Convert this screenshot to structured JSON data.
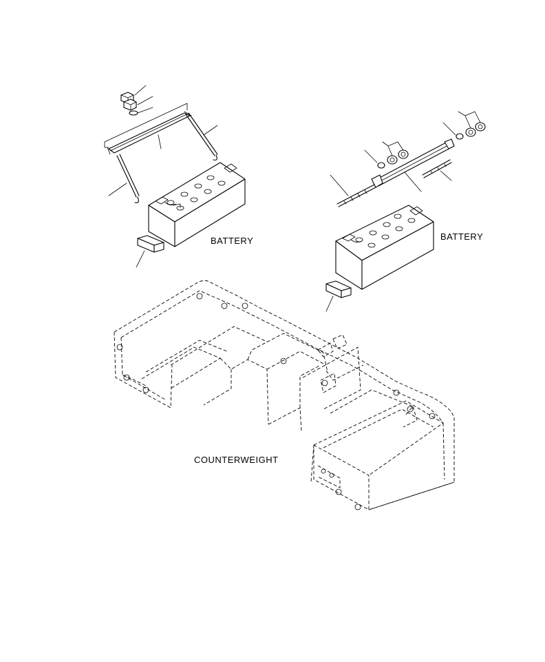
{
  "labels": {
    "battery_left": "BATTERY",
    "battery_right": "BATTERY",
    "counterweight": "COUNTERWEIGHT"
  },
  "icons": {
    "battery": "battery-icon",
    "nut": "nut-icon",
    "washer": "washer-icon",
    "bolt": "bolt-icon",
    "bracket": "bracket-icon",
    "pad": "pad-icon",
    "counterweight": "counterweight-icon"
  }
}
